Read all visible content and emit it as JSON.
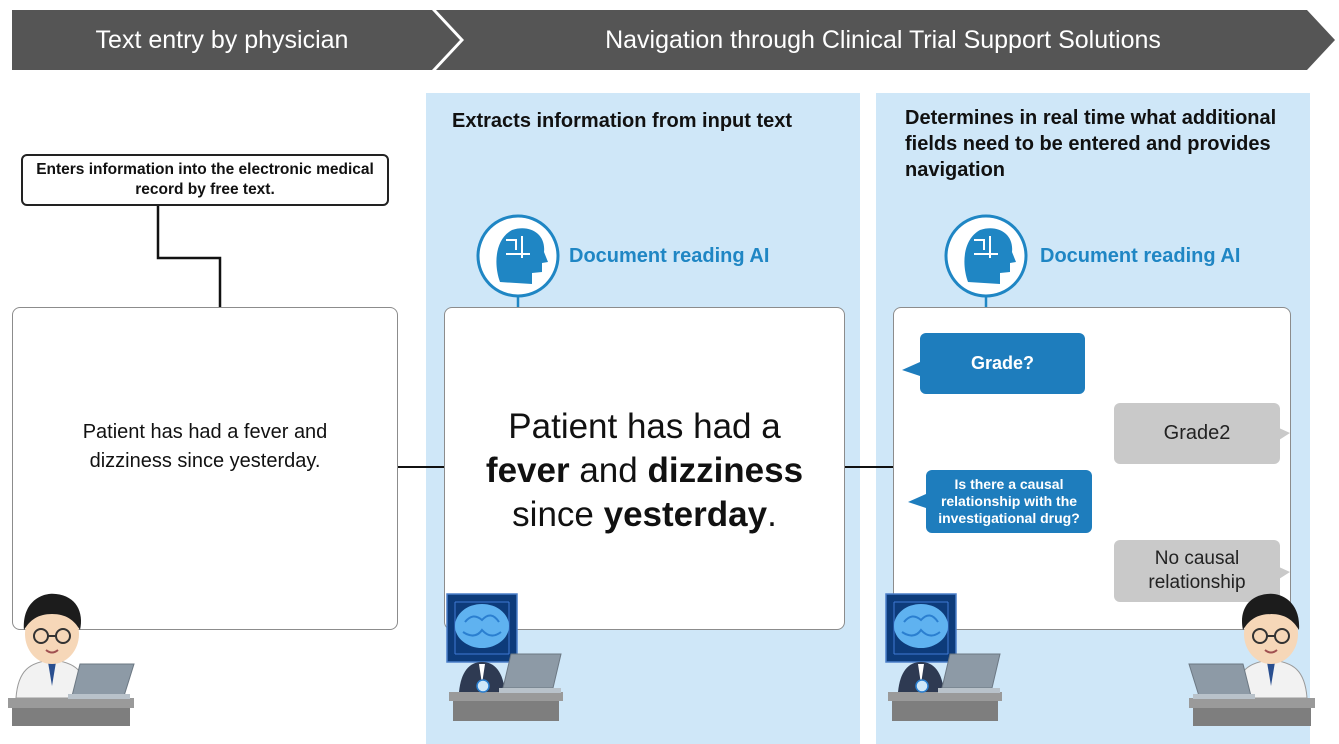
{
  "banner": {
    "left_label": "Text entry by physician",
    "right_label": "Navigation through Clinical Trial Support Solutions"
  },
  "panel_extract": {
    "heading": "Extracts information from input text"
  },
  "panel_navigate": {
    "heading": "Determines in real time what additional fields need to be entered and provides navigation"
  },
  "ai_label": "Document reading AI",
  "physician_callout": "Enters information into the electronic medical record by free text.",
  "input_text": "Patient has had a fever and dizziness since yesterday.",
  "extracted": {
    "line1": "Patient has had a",
    "kw_fever": "fever",
    "and_word": "and",
    "kw_dizziness": "dizziness",
    "since_word": "since",
    "kw_yesterday": "yesterday",
    "period": "."
  },
  "dialogue": {
    "q1": "Grade?",
    "a1": "Grade2",
    "q2": "Is there a causal relationship with the investigational drug?",
    "a2": "No causal relationship"
  },
  "colors": {
    "banner": "#555555",
    "panel": "#cfe7f8",
    "ai_blue": "#1f86c4",
    "bubble_blue": "#1e7dbd",
    "bubble_gray": "#c9c9c9"
  },
  "icons": [
    "ai-head-icon",
    "doctor-laptop-icon",
    "ai-robot-laptop-icon"
  ]
}
